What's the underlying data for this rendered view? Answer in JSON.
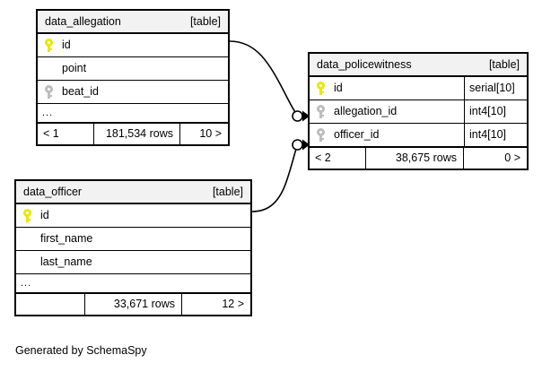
{
  "diagram": {
    "caption": "Generated by SchemaSpy",
    "colors": {
      "primary_key": "#e8e800",
      "foreign_key": "#bdbdbd",
      "border": "#000000",
      "header_background": "#f2f2f2",
      "background": "#ffffff"
    }
  },
  "tables": [
    {
      "id": "data_allegation",
      "name": "data_allegation",
      "kind": "[table]",
      "columns": [
        {
          "name": "id",
          "key": "primary",
          "key_icon": "key-icon-primary",
          "type": ""
        },
        {
          "name": "point",
          "key": "none",
          "key_icon": "",
          "type": ""
        },
        {
          "name": "beat_id",
          "key": "foreign",
          "key_icon": "key-icon-foreign",
          "type": ""
        }
      ],
      "more_indicator": "...",
      "footer": {
        "left": "< 1",
        "rows": "181,534 rows",
        "right": "10 >"
      }
    },
    {
      "id": "data_policewitness",
      "name": "data_policewitness",
      "kind": "[table]",
      "columns": [
        {
          "name": "id",
          "key": "primary",
          "key_icon": "key-icon-primary",
          "type": "serial[10]"
        },
        {
          "name": "allegation_id",
          "key": "foreign",
          "key_icon": "key-icon-foreign",
          "type": "int4[10]"
        },
        {
          "name": "officer_id",
          "key": "foreign",
          "key_icon": "key-icon-foreign",
          "type": "int4[10]"
        }
      ],
      "more_indicator": "",
      "footer": {
        "left": "< 2",
        "rows": "38,675 rows",
        "right": "0 >"
      }
    },
    {
      "id": "data_officer",
      "name": "data_officer",
      "kind": "[table]",
      "columns": [
        {
          "name": "id",
          "key": "primary",
          "key_icon": "key-icon-primary",
          "type": ""
        },
        {
          "name": "first_name",
          "key": "none",
          "key_icon": "",
          "type": ""
        },
        {
          "name": "last_name",
          "key": "none",
          "key_icon": "",
          "type": ""
        }
      ],
      "more_indicator": "...",
      "footer": {
        "left": "",
        "rows": "33,671 rows",
        "right": "12 >"
      }
    }
  ],
  "relationships": [
    {
      "from_table": "data_allegation",
      "from_column": "id",
      "to_table": "data_policewitness",
      "to_column": "allegation_id"
    },
    {
      "from_table": "data_officer",
      "from_column": "id",
      "to_table": "data_policewitness",
      "to_column": "officer_id"
    }
  ]
}
